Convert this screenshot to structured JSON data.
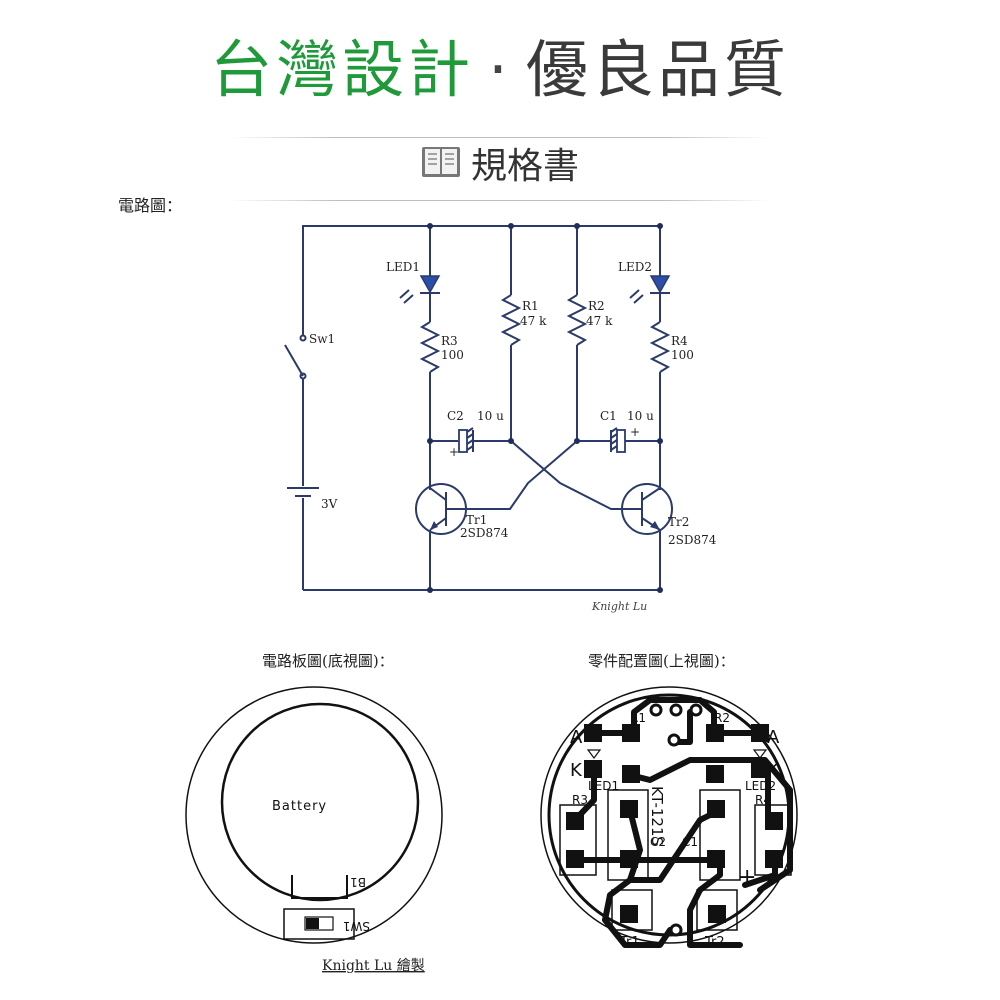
{
  "header": {
    "title_green": "台灣設計",
    "title_dot": "·",
    "title_gray": "優良品質",
    "spec_title": "規格書"
  },
  "sections": {
    "schematic_label": "電路圖：",
    "pcb_bottom_label": "電路板圖(底視圖)：",
    "layout_top_label": "零件配置圖(上視圖)："
  },
  "schematic": {
    "sw1": "Sw1",
    "battery": "3V",
    "led1": "LED1",
    "led2": "LED2",
    "r1_name": "R1",
    "r1_value": "47 k",
    "r2_name": "R2",
    "r2_value": "47 k",
    "r3_name": "R3",
    "r3_value": "100",
    "r4_name": "R4",
    "r4_value": "100",
    "c2_name": "C2",
    "c2_value": "10 u",
    "c1_name": "C1",
    "c1_value": "10 u",
    "plus": "+",
    "tr1_name": "Tr1",
    "tr1_part": "2SD874",
    "tr2_name": "Tr2",
    "tr2_part": "2SD874",
    "signature": "Knight Lu"
  },
  "pcb_bottom": {
    "battery": "Battery",
    "b1": "B1",
    "sw1": "SW1",
    "credit": "Knight Lu 繪製"
  },
  "layout_top": {
    "a_left": "A",
    "a_right": "A",
    "k_left": "K",
    "k_right": "K",
    "led1": "LED1",
    "led2": "LED2",
    "r1": "R1",
    "r2": "R2",
    "r3": "R3",
    "r4": "R4",
    "c1": "C1",
    "c2": "C2",
    "plus": "+",
    "board_id": "KT-121S",
    "tr1": "Tr1",
    "tr2": "Tr2"
  },
  "colors": {
    "brand_green": "#1f9a3a",
    "schematic_line": "#2b3a6b",
    "led_fill": "#2a4fa8"
  }
}
